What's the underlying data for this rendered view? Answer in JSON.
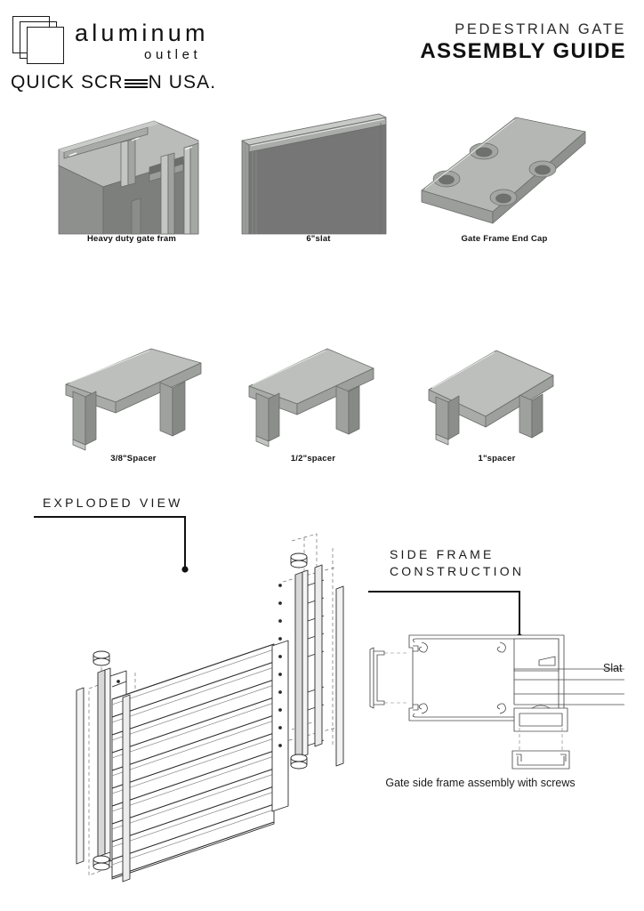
{
  "brand": {
    "logo_mark": "three-overlapping-squares",
    "name_line1": "aluminum",
    "name_line2": "outlet",
    "tagline_pre": "QUICK SCR",
    "tagline_post": "N USA."
  },
  "header": {
    "subtitle": "PEDESTRIAN GATE",
    "title": "ASSEMBLY GUIDE"
  },
  "parts": [
    {
      "label": "Heavy duty gate fram",
      "art": "gate-frame-extrusion"
    },
    {
      "label": "6\"slat",
      "art": "slat-panel"
    },
    {
      "label": "Gate Frame End Cap",
      "art": "end-cap-plate"
    },
    {
      "label": "3/8\"Spacer",
      "art": "spacer-channel"
    },
    {
      "label": "1/2\"spacer",
      "art": "spacer-channel"
    },
    {
      "label": "1\"spacer",
      "art": "spacer-channel"
    }
  ],
  "sections": {
    "exploded": {
      "heading": "EXPLODED VIEW"
    },
    "side_frame": {
      "heading": "SIDE FRAME\nCONSTRUCTION"
    }
  },
  "annotations": {
    "slat_callout": "Slat",
    "side_frame_caption": "Gate side frame assembly with screws"
  },
  "colors": {
    "ink": "#1a1a1a",
    "metal_light": "#bdc0bd",
    "metal_mid": "#9a9d9a",
    "metal_dark": "#767676",
    "metal_shadow": "#5f6160",
    "line": "#5a5a5a"
  }
}
